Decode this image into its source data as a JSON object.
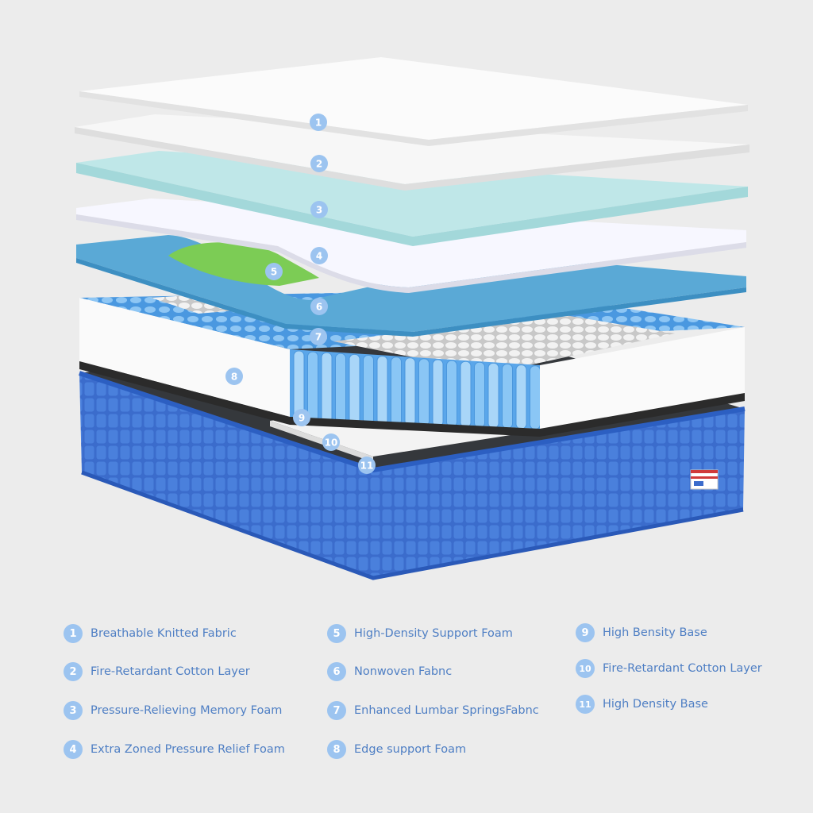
{
  "legend": [
    {
      "num": "1",
      "label": "Breathable Knitted Fabric"
    },
    {
      "num": "2",
      "label": "Fire-Retardant Cotton Layer"
    },
    {
      "num": "3",
      "label": "Pressure-Relieving Memory Foam"
    },
    {
      "num": "4",
      "label": "Extra Zoned Pressure Relief Foam"
    },
    {
      "num": "5",
      "label": "High-Density Support Foam"
    },
    {
      "num": "6",
      "label": "Nonwoven Fabnc"
    },
    {
      "num": "7",
      "label": "Enhanced Lumbar SpringsFabnc"
    },
    {
      "num": "8",
      "label": "Edge support Foam"
    },
    {
      "num": "9",
      "label": "High Bensity Base"
    },
    {
      "num": "10",
      "label": "Fire-Retardant Cotton Layer"
    },
    {
      "num": "11",
      "label": "High Density Base"
    }
  ],
  "colors": {
    "background": "#ececec",
    "badge": "#9cc4f0",
    "label_text": "#4f7fc4",
    "memory_foam": "#bfe7e8",
    "nonwoven": "#5aa9d6",
    "support_foam": "#7ccc55",
    "springs": "#63aee9",
    "base_fabric": "#3c6fd0"
  }
}
